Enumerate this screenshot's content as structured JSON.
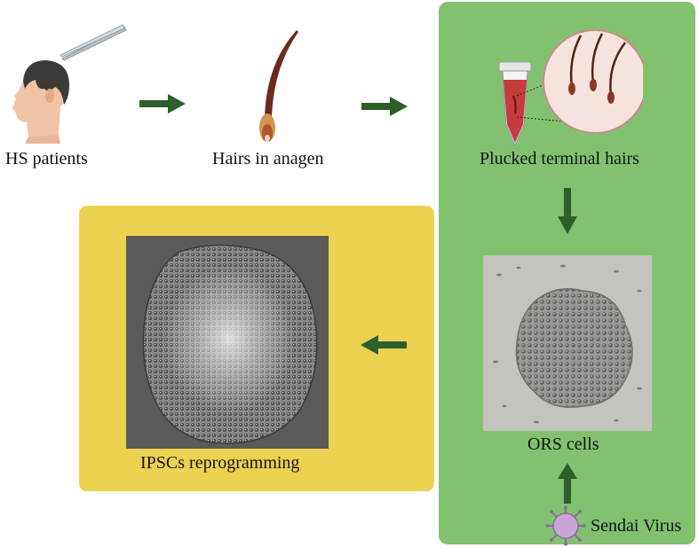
{
  "labels": {
    "hs_patients": "HS patients",
    "hairs_anagen": "Hairs in anagen",
    "plucked_hairs": "Plucked terminal hairs",
    "ors_cells": "ORS cells",
    "ipscs": "IPSCs reprogramming",
    "sendai": "Sendai Virus"
  },
  "colors": {
    "green_panel": "#82c170",
    "yellow_panel": "#ecd250",
    "arrow": "#2e5e2a",
    "virus": "#c9a6d8"
  },
  "icons": [
    "patient-head-icon",
    "tweezers-icon",
    "hair-follicle-icon",
    "tube-icon",
    "magnified-hairs-icon",
    "virus-icon"
  ]
}
